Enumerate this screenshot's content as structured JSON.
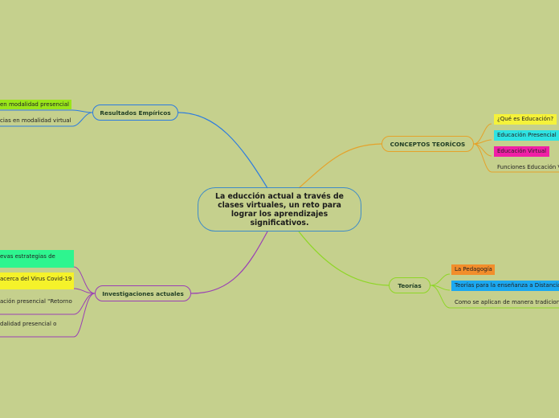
{
  "central": {
    "title": "La educción actual a través de clases virtuales, un reto para lograr los aprendizajes significativos."
  },
  "branches": {
    "resultados": {
      "label": "Resultados Empíricos",
      "color": "#2b7be0",
      "items": [
        {
          "text": "en modalidad presencial",
          "bg": "#99e51a"
        },
        {
          "text": "cias en modalidad virtual",
          "bg": ""
        }
      ]
    },
    "conceptos": {
      "label": "CONCEPTOS TEORÍCOS",
      "color": "#e5a22a",
      "items": [
        {
          "text": "¿Qué es Educación?",
          "bg": "#f5f23a"
        },
        {
          "text": "Educación Presencial",
          "bg": "#2ee3e3"
        },
        {
          "text": "Educación Virtual",
          "bg": "#f01fa6"
        },
        {
          "text": "Funciones Educación V",
          "bg": ""
        }
      ]
    },
    "teorias": {
      "label": "Teorías",
      "color": "#8ed626",
      "items": [
        {
          "text": "La Pedagogía",
          "bg": "#f28e2b"
        },
        {
          "text": "Teorías para la enseñanza a Distancia",
          "bg": "#1ca8f0"
        },
        {
          "text": "Como se aplican de manera tradicional",
          "bg": ""
        }
      ]
    },
    "investigaciones": {
      "label": "Investigaciones actuales",
      "color": "#9a3fb5",
      "items": [
        {
          "text": "evas estrategias de",
          "bg": "#2ef58f"
        },
        {
          "text": "acerca del Virus Covid-19",
          "bg": "#f5f22a"
        },
        {
          "text": "ación presencial \"Retorno",
          "bg": ""
        },
        {
          "text": "dalidad presencial o",
          "bg": ""
        }
      ]
    }
  }
}
